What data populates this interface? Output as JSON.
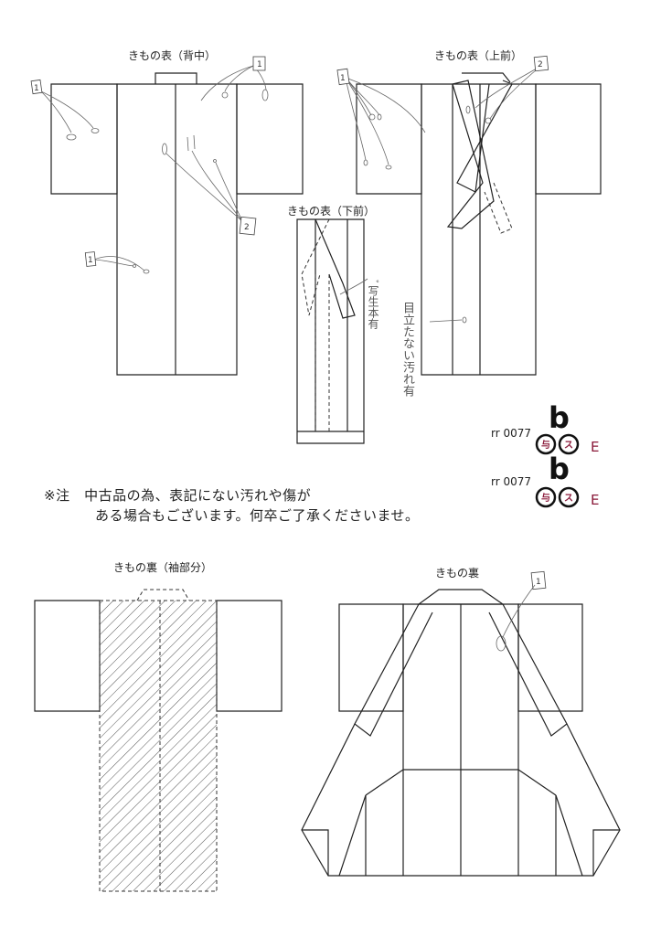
{
  "labels": {
    "back": "きもの表（背中）",
    "upper_front": "きもの表（上前）",
    "lower_front": "きもの表（下前）",
    "lining_sleeve": "きもの裏（袖部分）",
    "lining": "きもの裏"
  },
  "notes": {
    "line1": "※注　中古品の為、表記にない汚れや傷が",
    "line2": "ある場合もございます。何卒ご了承くださいませ。"
  },
  "handwriting": {
    "right_note": "目立たない汚れ有",
    "small_note": "ﾞ写生本有"
  },
  "tags": {
    "t1": "1",
    "t2": "2"
  },
  "codes": [
    {
      "code": "rr 0077",
      "stamp1": "与",
      "stamp2": "ス",
      "grade": "E",
      "mark": "b"
    },
    {
      "code": "rr 0077",
      "stamp1": "与",
      "stamp2": "ス",
      "grade": "E",
      "mark": "b"
    }
  ],
  "colors": {
    "line": "#222222",
    "stamp_text": "#8a1a3a",
    "background": "#ffffff"
  }
}
